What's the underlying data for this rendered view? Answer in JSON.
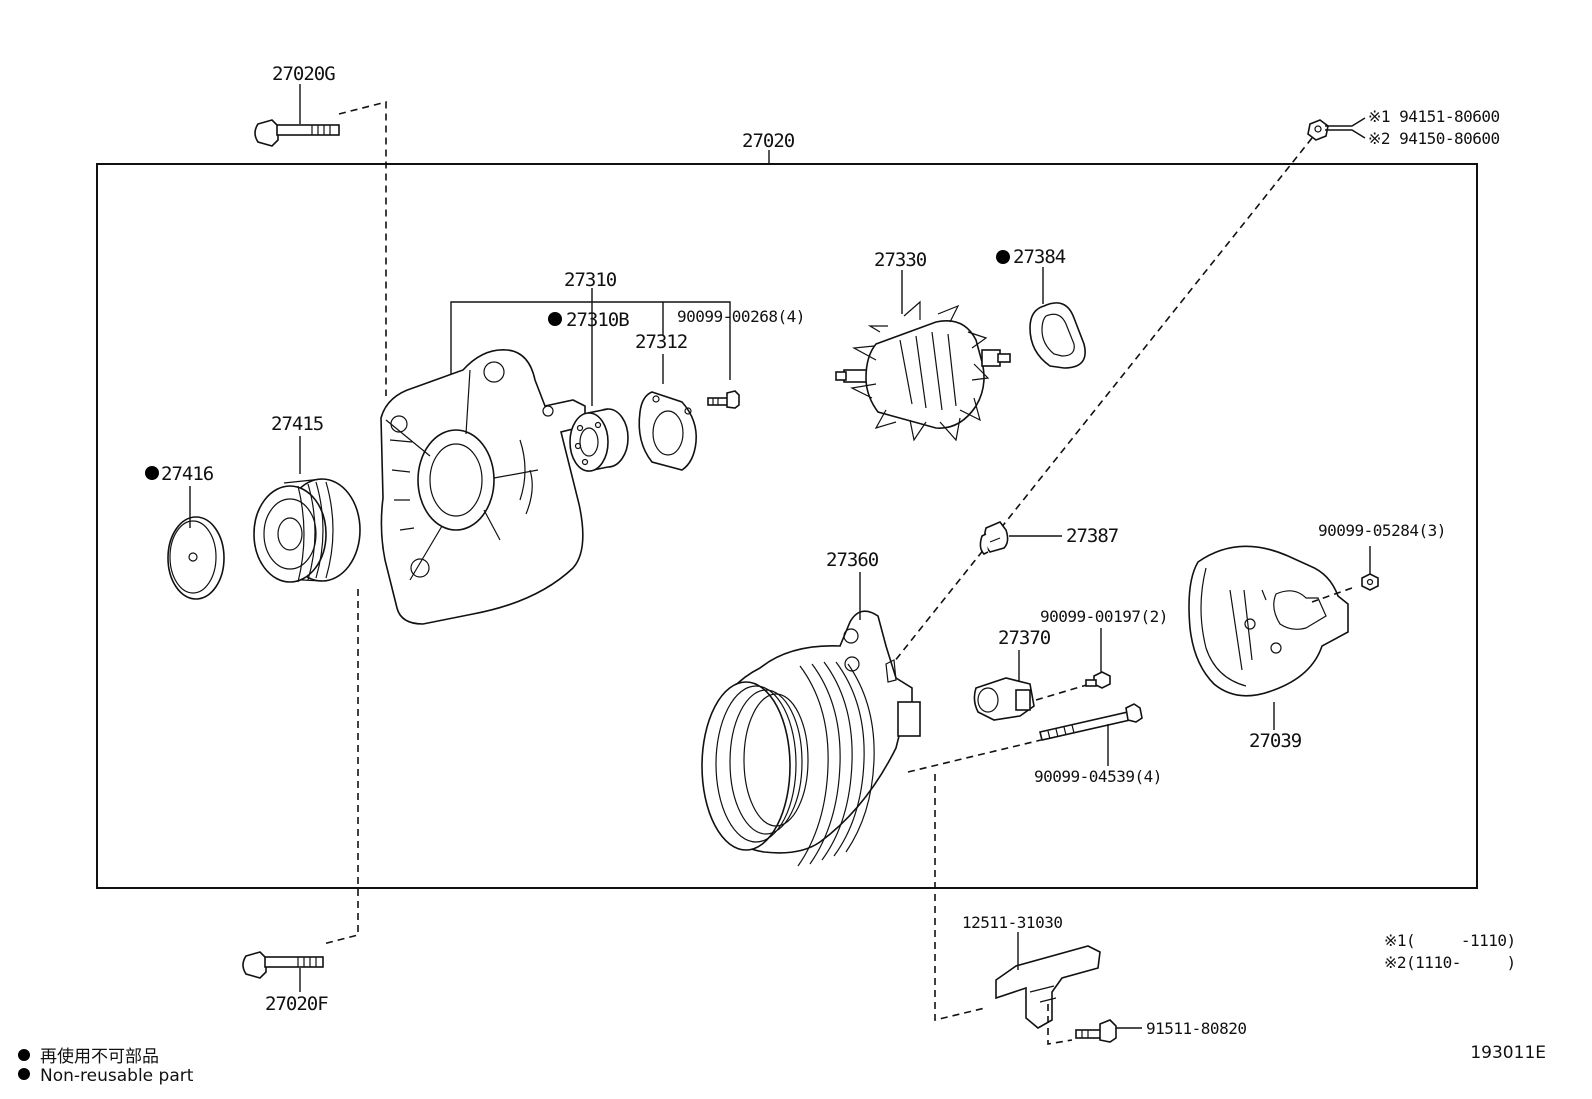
{
  "parts": {
    "p27020G": "27020G",
    "p27020": "27020",
    "p27310": "27310",
    "p27310B": "27310B",
    "p90099_00268": "90099-00268(4)",
    "p27312": "27312",
    "p27330": "27330",
    "p27384": "27384",
    "p27415": "27415",
    "p27416": "27416",
    "p27387": "27387",
    "p27360": "27360",
    "p90099_05284": "90099-05284(3)",
    "p90099_00197": "90099-00197(2)",
    "p27370": "27370",
    "p27039": "27039",
    "p90099_04539": "90099-04539(4)",
    "p12511_31030": "12511-31030",
    "p91511_80820": "91511-80820",
    "p27020F": "27020F",
    "nut1": "※1 94151-80600",
    "nut2": "※2 94150-80600"
  },
  "notes": {
    "note1": "※1(     -1110)",
    "note2": "※2(1110-     )"
  },
  "legend": {
    "jp": "再使用不可部品",
    "en": "Non-reusable part"
  },
  "figure_code": "193011E"
}
